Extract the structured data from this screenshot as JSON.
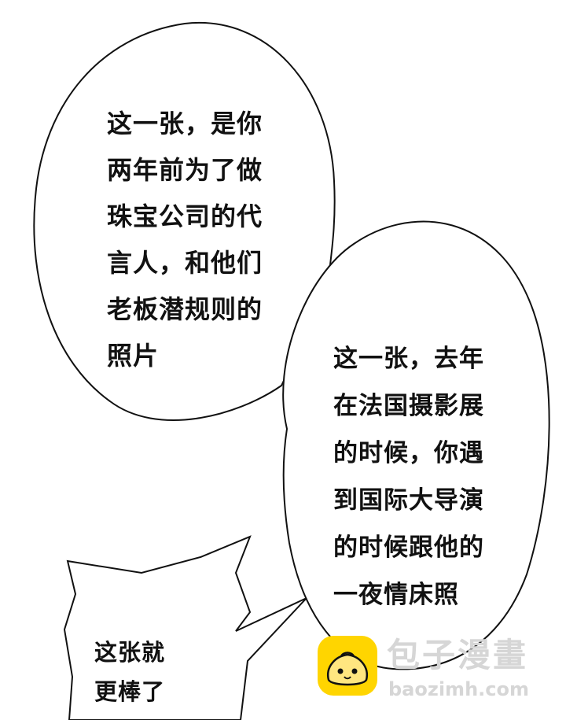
{
  "panel": {
    "background": "#ffffff",
    "line_color": "#111111"
  },
  "bubbles": [
    {
      "text": "这一张，是你\n两年前为了做\n珠宝公司的代\n言人，和他们\n老板潜规则的\n照片"
    },
    {
      "text": "这一张，去年\n在法国摄影展\n的时候，你遇\n到国际大导演\n的时候跟他的\n一夜情床照"
    },
    {
      "text": "这张就\n更棒了"
    }
  ],
  "watermark": {
    "title": "包子漫畫",
    "url": "baozimh.com",
    "logo_icon": "bun-mascot-icon",
    "logo_color": "#ffd500",
    "text_color": "#d6d6d6"
  }
}
